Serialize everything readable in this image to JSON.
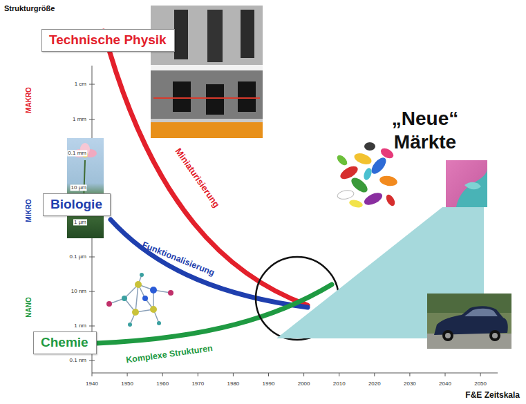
{
  "diagram": {
    "nodes": [
      {
        "text": [
          "Technische Physik"
        ]
      },
      {
        "text": [
          "Biologie"
        ]
      },
      {
        "text": [
          "Chemie"
        ]
      },
      {
        "text": [
          "„Neue“ Märkte"
        ]
      }
    ],
    "labels": [
      "Strukturgröße",
      "MAKRO",
      "MIKRO",
      "NANO",
      "1 cm",
      "1 mm",
      "0.1 mm",
      "10 µm",
      "1 µm",
      "0.1 µm",
      "10 nm",
      "1 nm",
      "0.1 nm",
      "Miniaturisierung",
      "Funktionalisierung",
      "Komplexe Strukturen",
      "1940",
      "1950",
      "1960",
      "1970",
      "1980",
      "1990",
      "2000",
      "2010",
      "2020",
      "2030",
      "2040",
      "2050",
      "F&E Zeitskala"
    ]
  }
}
